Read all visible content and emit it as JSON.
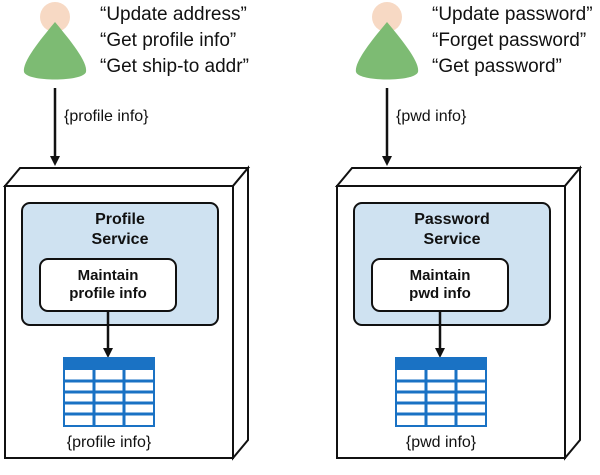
{
  "colors": {
    "user_body": "#7dbb73",
    "user_head": "#f7d9c4",
    "service_fill": "#cfe2f1",
    "table_header": "#1a72c4",
    "table_cell": "#ffffff",
    "table_grid": "#1a72c4",
    "stroke": "#111111"
  },
  "left": {
    "user_icon": "user-icon",
    "requests": [
      "“Update address”",
      "“Get profile info”",
      "“Get ship-to addr”"
    ],
    "flow_label": "{profile info}",
    "service_title_line1": "Profile",
    "service_title_line2": "Service",
    "function_line1": "Maintain",
    "function_line2": "profile info",
    "db_icon": "database-table-icon",
    "db_label": "{profile info}"
  },
  "right": {
    "user_icon": "user-icon",
    "requests": [
      "“Update password”",
      "“Forget password”",
      "“Get password”"
    ],
    "flow_label": "{pwd info}",
    "service_title_line1": "Password",
    "service_title_line2": "Service",
    "function_line1": "Maintain",
    "function_line2": "pwd info",
    "db_icon": "database-table-icon",
    "db_label": "{pwd info}"
  }
}
